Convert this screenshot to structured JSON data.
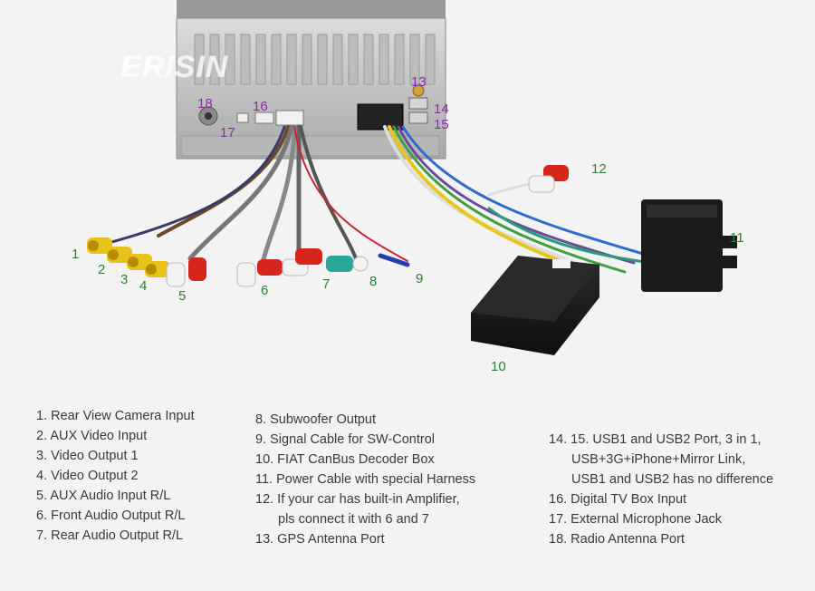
{
  "brand": "ERISIN",
  "colors": {
    "number_purple": "#8a2aa8",
    "number_green": "#2f7d32",
    "rca_yellow": "#e8c21a",
    "rca_red": "#d6261c",
    "rca_white": "#f2f2f2",
    "rca_teal": "#2aa597",
    "box_black": "#1b1b1b"
  },
  "callouts_purple": [
    "18",
    "16",
    "17",
    "13",
    "14",
    "15"
  ],
  "callouts_green": [
    "1",
    "2",
    "3",
    "4",
    "5",
    "6",
    "7",
    "8",
    "9",
    "10",
    "11",
    "12"
  ],
  "legend": {
    "col1": [
      "1. Rear View Camera Input",
      "2. AUX Video Input",
      "3. Video Output 1",
      "4. Video Output 2",
      "5. AUX Audio Input R/L",
      "6. Front Audio Output R/L",
      "7. Rear Audio Output R/L"
    ],
    "col2": [
      "8. Subwoofer Output",
      "9. Signal Cable for SW-Control",
      "10. FIAT CanBus Decoder Box",
      "11. Power Cable with special Harness",
      "12. If your car has built-in Amplifier,",
      "pls connect it with 6 and 7",
      "13. GPS Antenna Port"
    ],
    "col3": [
      "14. 15.  USB1 and USB2 Port, 3 in 1,",
      "USB+3G+iPhone+Mirror Link,",
      "USB1 and USB2 has no difference",
      "16. Digital TV Box Input",
      "17. External Microphone Jack",
      "18. Radio Antenna Port"
    ]
  }
}
